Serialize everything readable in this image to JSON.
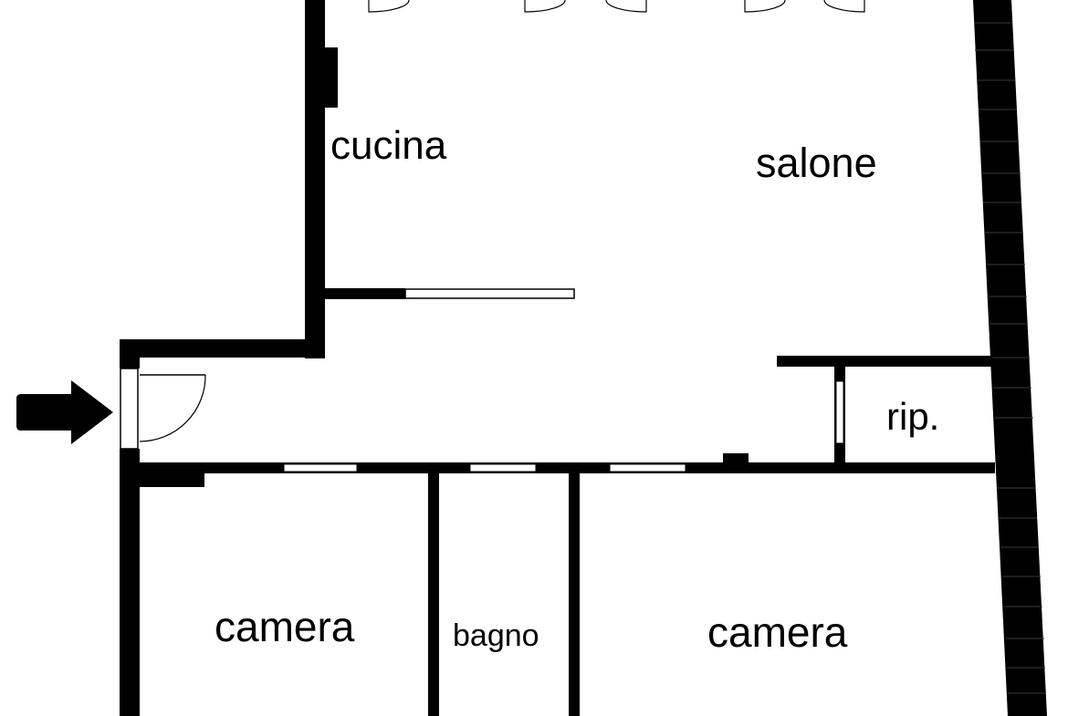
{
  "rooms": {
    "cucina": "cucina",
    "salone": "salone",
    "ripostiglio": "rip.",
    "camera_left": "camera",
    "bagno": "bagno",
    "camera_right": "camera"
  },
  "colors": {
    "wall": "#000000",
    "background": "#ffffff"
  },
  "icons": {
    "entrance": "entrance-arrow-icon"
  }
}
